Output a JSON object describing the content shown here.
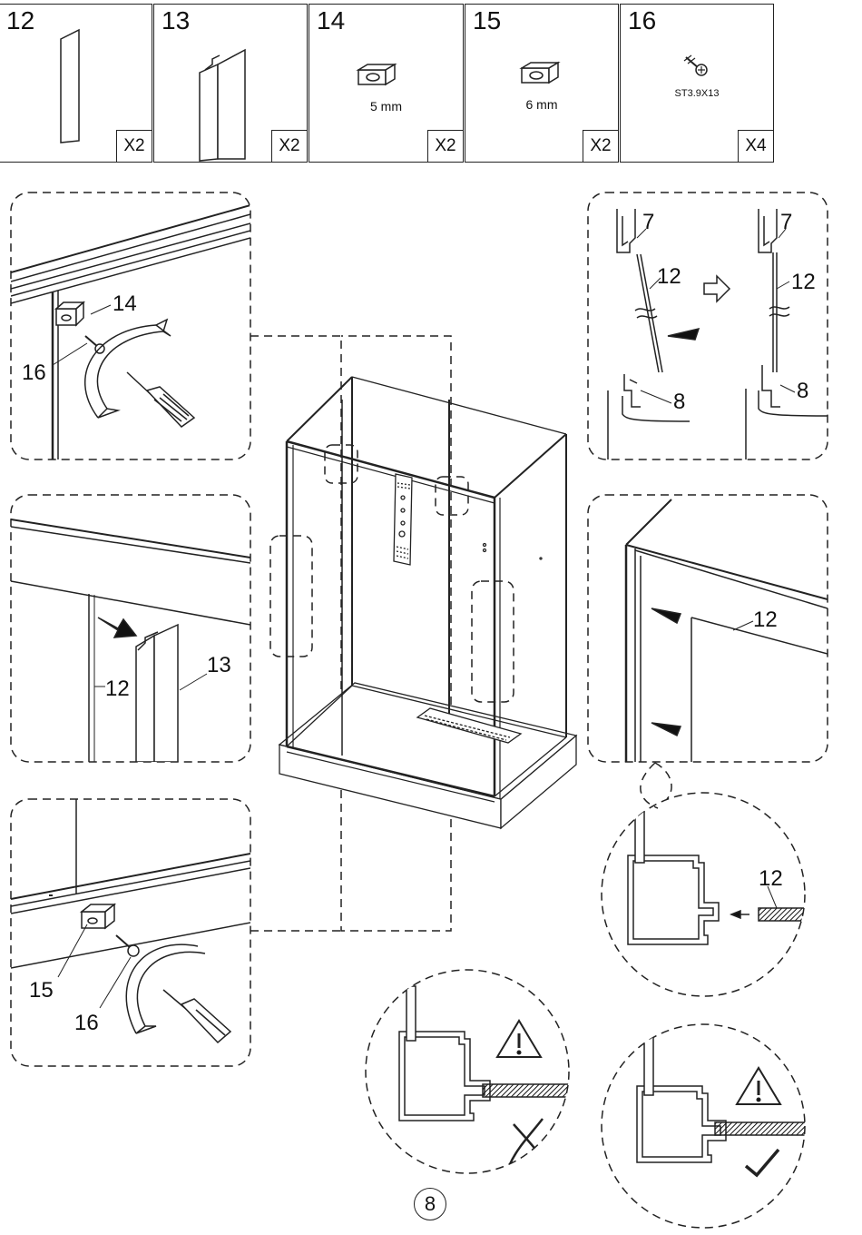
{
  "parts": [
    {
      "num": "12",
      "qty": "X2",
      "caption": ""
    },
    {
      "num": "13",
      "qty": "X2",
      "caption": ""
    },
    {
      "num": "14",
      "qty": "X2",
      "caption": "5 mm"
    },
    {
      "num": "15",
      "qty": "X2",
      "caption": "6 mm"
    },
    {
      "num": "16",
      "qty": "X4",
      "caption": "ST3.9X13"
    }
  ],
  "callouts": {
    "topleft": [
      "14",
      "16"
    ],
    "midleft": [
      "12",
      "13"
    ],
    "botleft": [
      "15",
      "16"
    ],
    "topright_left": [
      "7",
      "12",
      "8"
    ],
    "topright_right": [
      "7",
      "12",
      "8"
    ],
    "midright": [
      "12"
    ],
    "profile": [
      "12"
    ]
  },
  "page_number": "8"
}
